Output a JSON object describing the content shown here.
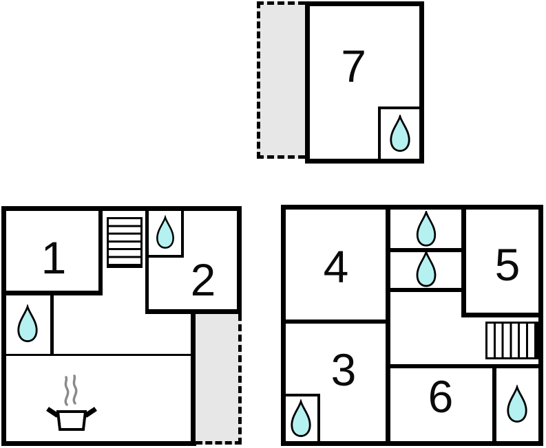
{
  "colors": {
    "background": "#ffffff",
    "wall": "#000000",
    "water_fill": "#b5f1f1",
    "terrace_fill": "#e7e7e7",
    "steam": "#8a8a8a"
  },
  "plans": {
    "upper": {
      "name": "upper-floor",
      "rooms": [
        {
          "label": "7",
          "icons": [
            "water-drop"
          ]
        }
      ],
      "terrace": {
        "outline": "dashed",
        "position": "left"
      }
    },
    "ground_left": {
      "name": "ground-floor-left",
      "rooms": [
        {
          "label": "1"
        },
        {
          "label": "2"
        }
      ],
      "icons": [
        "stairs",
        "water-drop",
        "water-drop",
        "stove-pot-with-steam"
      ],
      "terrace": {
        "outline": "dashed",
        "position": "bottom-right"
      }
    },
    "ground_right": {
      "name": "ground-floor-right",
      "rooms": [
        {
          "label": "4"
        },
        {
          "label": "5"
        },
        {
          "label": "3"
        },
        {
          "label": "6"
        }
      ],
      "icons": [
        "water-drop",
        "water-drop",
        "water-drop",
        "water-drop",
        "stairs"
      ]
    }
  }
}
